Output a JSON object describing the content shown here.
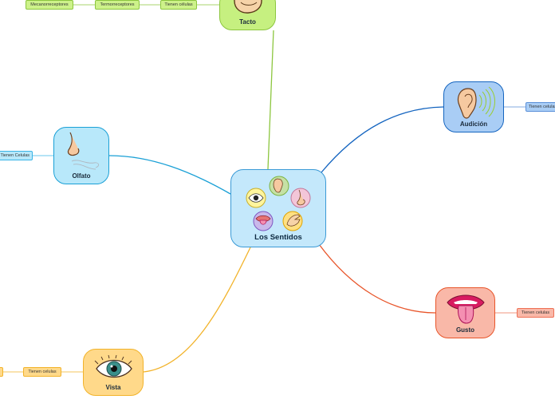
{
  "center": {
    "label": "Los Sentidos"
  },
  "nodes": {
    "tacto": {
      "label": "Tacto"
    },
    "audicion": {
      "label": "Audición"
    },
    "olfato": {
      "label": "Olfato"
    },
    "gusto": {
      "label": "Gusto"
    },
    "vista": {
      "label": "Vista"
    }
  },
  "tags": {
    "tacto_1": "Tienen células",
    "tacto_2": "Termorreceptores",
    "tacto_3": "Mecanorreceptores",
    "audicion_1": "Tienen celulas",
    "olfato_1": "Tienen Celulas",
    "gusto_1": "Tienen celulas",
    "vista_1": "Tienen celulas"
  },
  "colors": {
    "tacto": "#8cc63f",
    "audicion": "#1565c0",
    "olfato": "#1aa0d6",
    "gusto": "#e8552a",
    "vista": "#f2b32a"
  }
}
